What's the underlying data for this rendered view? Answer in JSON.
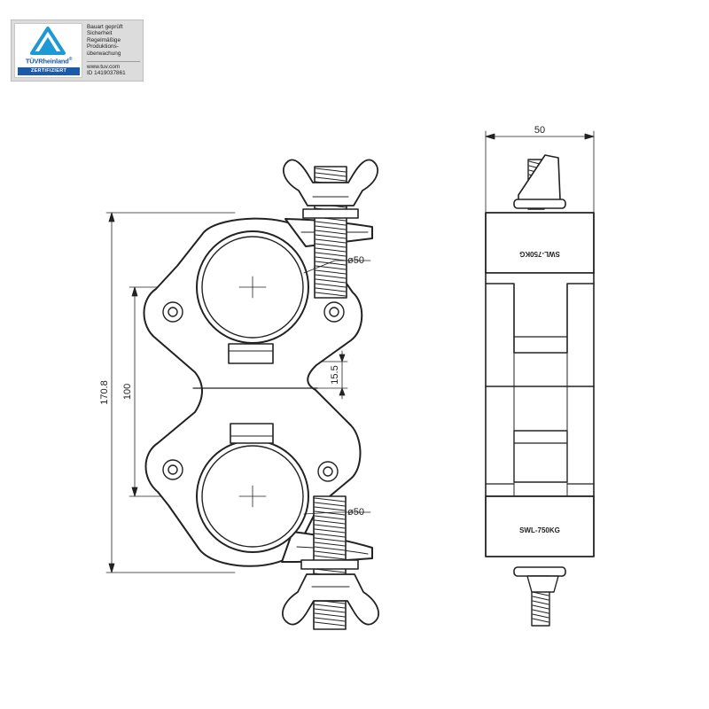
{
  "badge": {
    "brand": "TÜVRheinland",
    "registered": "®",
    "certified": "ZERTIFIZIERT",
    "lines": [
      "Bauart geprüft",
      "Sicherheit",
      "Regelmäßige",
      "Produktions-",
      "überwachung"
    ],
    "web": "www.tuv.com",
    "id": "ID 1419037861",
    "colors": {
      "brand_blue": "#1a5aa8",
      "accent_cyan": "#1d9ad6"
    }
  },
  "drawing": {
    "dimensions": {
      "width": "50",
      "height_total": "170.8",
      "center_distance": "100",
      "gap": "15.5",
      "dia_top": "ø50",
      "dia_bottom": "ø50"
    },
    "labels": {
      "load_top": "SWL-750KG",
      "load_bottom": "SWL-750KG"
    }
  }
}
